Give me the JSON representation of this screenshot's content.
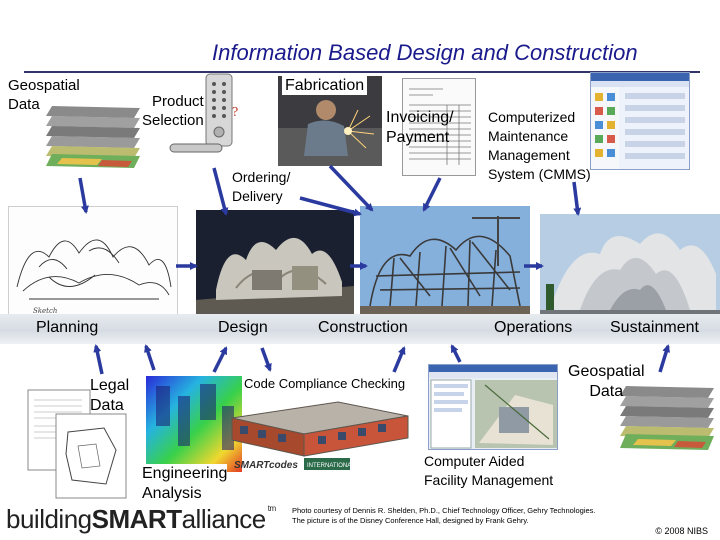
{
  "title": "Information Based Design and Construction",
  "labels": {
    "geospatial_top": "Geospatial\nData",
    "product_selection": "Product\nSelection",
    "fabrication": "Fabrication",
    "invoicing": "Invoicing/\nPayment",
    "cmms": "Computerized\nMaintenance\nManagement\nSystem (CMMS)",
    "ordering": "Ordering/\nDelivery",
    "legal": "Legal\nData",
    "code_compliance": "Code Compliance Checking",
    "geospatial_bottom": "Geospatial\nData",
    "engineering": "Engineering\nAnalysis",
    "cafm": "Computer Aided\nFacility Management"
  },
  "phases": [
    "Planning",
    "Design",
    "Construction",
    "Operations",
    "Sustainment"
  ],
  "credits": {
    "line1": "Photo courtesy of Dennis R. Shelden, Ph.D., Chief Technology Officer,  Gehry Technologies.",
    "line2": "The picture is of the Disney Conference Hall, designed by Frank Gehry."
  },
  "logo": {
    "part1": "building",
    "part2": "SMART",
    "part3": "alliance",
    "mark": "tm"
  },
  "copyright": "© 2008 NIBS",
  "colors": {
    "title": "#1a1a8c",
    "arrow": "#2b3a9e",
    "band": "#d6dce3"
  }
}
